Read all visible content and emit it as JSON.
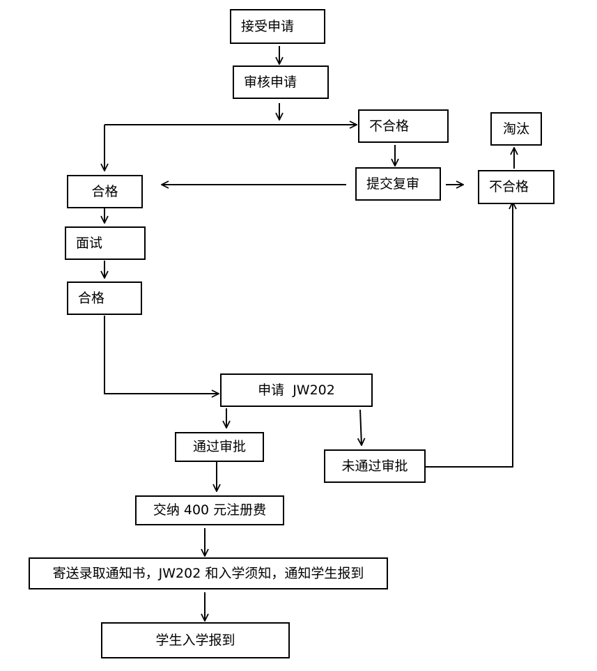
{
  "nodes": {
    "receive": "接受申请",
    "review": "审核申请",
    "fail1": "不合格",
    "pass1": "合格",
    "resubmit": "提交复审",
    "fail2": "不合格",
    "eliminate": "淘汰",
    "interview": "面试",
    "pass2": "合格",
    "apply_jw202": "申请  JW202",
    "approved": "通过审批",
    "not_approved": "未通过审批",
    "pay_fee": "交纳 400 元注册费",
    "send_notice": "寄送录取通知书，JW202 和入学须知，通知学生报到",
    "register": "学生入学报到"
  }
}
